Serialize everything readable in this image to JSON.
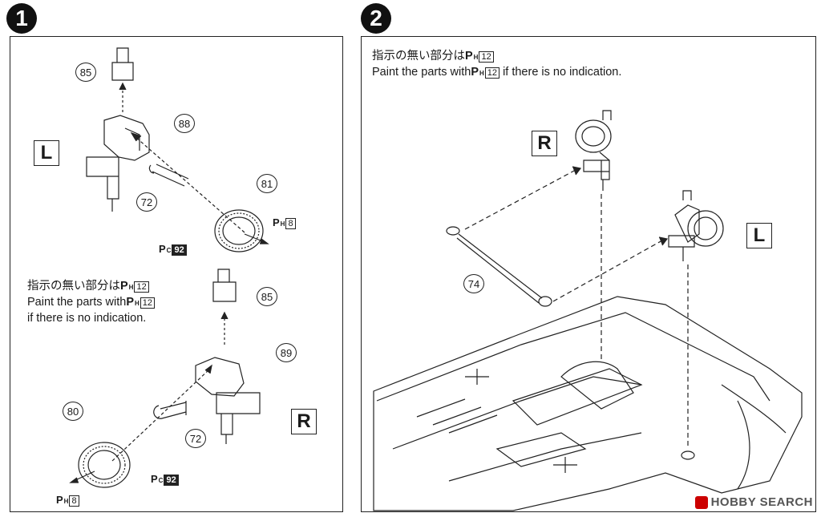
{
  "steps": [
    {
      "number": "1"
    },
    {
      "number": "2"
    }
  ],
  "panel1": {
    "side_top": "L",
    "side_bottom": "R",
    "parts_top": {
      "p85": "85",
      "p88": "88",
      "p81": "81",
      "p72": "72"
    },
    "parts_bottom": {
      "p85": "85",
      "p89": "89",
      "p80": "80",
      "p72": "72"
    },
    "paint_h8_top": {
      "letter": "P",
      "sub": "H",
      "num": "8"
    },
    "paint_c92_top": {
      "letter": "P",
      "sub": "C",
      "num": "92"
    },
    "paint_h8_bottom": {
      "letter": "P",
      "sub": "H",
      "num": "8"
    },
    "paint_c92_bottom": {
      "letter": "P",
      "sub": "C",
      "num": "92"
    },
    "note_jp": "指示の無い部分は",
    "note_paint": {
      "letter": "P",
      "sub": "H",
      "num": "12"
    },
    "note_en_1": "Paint the parts with",
    "note_en_2": "if there is no indication."
  },
  "panel2": {
    "note_jp": "指示の無い部分は",
    "note_paint": {
      "letter": "P",
      "sub": "H",
      "num": "12"
    },
    "note_en_1": "Paint the parts with",
    "note_en_2": "if there is no indication.",
    "side_right": "R",
    "side_left": "L",
    "part74": "74"
  },
  "watermark": "HOBBY SEARCH"
}
